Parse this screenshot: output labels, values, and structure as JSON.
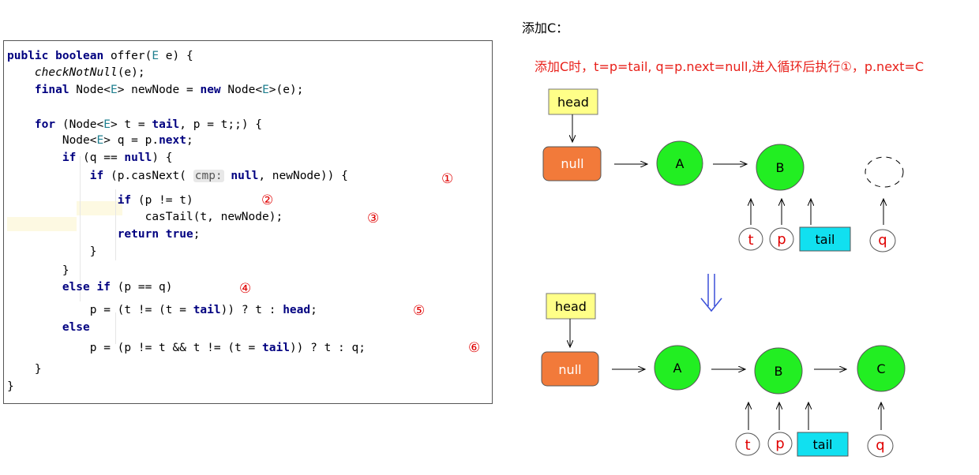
{
  "title": "添加C：",
  "description": "添加C时，t=p=tail, q=p.next=null,进入循环后执行①，p.next=C",
  "code": {
    "lines": [
      [
        {
          "t": "public boolean",
          "c": "k"
        },
        {
          "t": " offer("
        },
        {
          "t": "E",
          "c": "g"
        },
        {
          "t": " e) {"
        }
      ],
      [
        {
          "t": "    "
        },
        {
          "t": "checkNotNull",
          "c": "it"
        },
        {
          "t": "(e);"
        }
      ],
      [
        {
          "t": "    "
        },
        {
          "t": "final",
          "c": "k"
        },
        {
          "t": " Node<"
        },
        {
          "t": "E",
          "c": "g"
        },
        {
          "t": "> newNode = "
        },
        {
          "t": "new",
          "c": "k"
        },
        {
          "t": " Node<"
        },
        {
          "t": "E",
          "c": "g"
        },
        {
          "t": ">(e);"
        }
      ],
      [],
      [
        {
          "t": "    "
        },
        {
          "t": "for",
          "c": "k"
        },
        {
          "t": " (Node<"
        },
        {
          "t": "E",
          "c": "g"
        },
        {
          "t": "> t = "
        },
        {
          "t": "tail",
          "c": "k"
        },
        {
          "t": ", p = t;;) {"
        }
      ],
      [
        {
          "t": "        Node<"
        },
        {
          "t": "E",
          "c": "g"
        },
        {
          "t": "> q = p."
        },
        {
          "t": "next",
          "c": "k"
        },
        {
          "t": ";"
        }
      ],
      [
        {
          "t": "        "
        },
        {
          "t": "if",
          "c": "k"
        },
        {
          "t": " (q == "
        },
        {
          "t": "null",
          "c": "k"
        },
        {
          "t": ") {"
        }
      ],
      [
        {
          "t": "            "
        },
        {
          "t": "if",
          "c": "k"
        },
        {
          "t": " (p.casNext( "
        },
        {
          "t": "cmp:",
          "c": "hint"
        },
        {
          "t": " "
        },
        {
          "t": "null",
          "c": "k"
        },
        {
          "t": ", newNode)) {"
        }
      ],
      [
        {
          "t": "                "
        },
        {
          "t": "if",
          "c": "k"
        },
        {
          "t": " (p != t)"
        }
      ],
      [
        {
          "t": "                    casTail(t, newNode);"
        }
      ],
      [
        {
          "t": "                "
        },
        {
          "t": "return true",
          "c": "k"
        },
        {
          "t": ";"
        }
      ],
      [
        {
          "t": "            }"
        }
      ],
      [
        {
          "t": "        }"
        }
      ],
      [
        {
          "t": "        "
        },
        {
          "t": "else if",
          "c": "k"
        },
        {
          "t": " (p == q)"
        }
      ],
      [
        {
          "t": "            p = (t != (t = "
        },
        {
          "t": "tail",
          "c": "k"
        },
        {
          "t": ")) ? t : "
        },
        {
          "t": "head",
          "c": "k"
        },
        {
          "t": ";"
        }
      ],
      [
        {
          "t": "        "
        },
        {
          "t": "else",
          "c": "k"
        }
      ],
      [
        {
          "t": "            p = (p != t && t != (t = "
        },
        {
          "t": "tail",
          "c": "k"
        },
        {
          "t": ")) ? t : q;"
        }
      ],
      [
        {
          "t": "    }"
        }
      ],
      [
        {
          "t": "}"
        }
      ]
    ],
    "markers": [
      "①",
      "②",
      "③",
      "④",
      "⑤",
      "⑥"
    ]
  },
  "diagram_top": {
    "head_label": "head",
    "null_label": "null",
    "nodes": [
      "A",
      "B"
    ],
    "pointers": [
      "t",
      "p",
      "tail",
      "q"
    ]
  },
  "diagram_bottom": {
    "head_label": "head",
    "null_label": "null",
    "nodes": [
      "A",
      "B",
      "C"
    ],
    "pointers": [
      "t",
      "p",
      "tail",
      "q"
    ]
  },
  "colors": {
    "head_box": "#ffff88",
    "null_box": "#f27a3a",
    "node_fill": "#22ee22",
    "tail_box": "#11e0f0",
    "pointer_text": "#e00000",
    "description": "#e8201a",
    "down_arrow": "#3a4fd8"
  }
}
